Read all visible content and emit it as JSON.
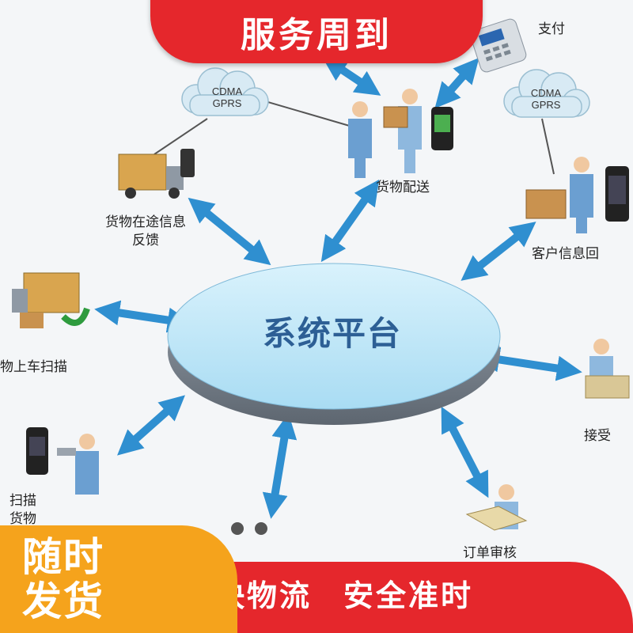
{
  "header": {
    "title": "服务周到"
  },
  "platform": {
    "label": "系统平台"
  },
  "clouds": [
    {
      "line1": "CDMA",
      "line2": "GPRS"
    },
    {
      "line1": "CDMA",
      "line2": "GPRS"
    }
  ],
  "nodes": {
    "payment": "支付",
    "delivery": "货物配送",
    "transit_line1": "货物在途信息",
    "transit_line2": "反馈",
    "customer_feedback": "客户信息回",
    "loading_scan": "物上车扫描",
    "accept": "接受",
    "scan_line1": "扫描",
    "scan_line2": "货物",
    "order_review": "订单审核"
  },
  "footer": {
    "left_line1": "随时",
    "left_line2": "发货",
    "slogan1": "特快物流",
    "slogan2": "安全准时"
  },
  "colors": {
    "brand_red": "#e5272c",
    "accent_orange": "#f5a31c",
    "arrow_blue": "#2f8fd0",
    "platform_fill": "#bfe6f8"
  }
}
